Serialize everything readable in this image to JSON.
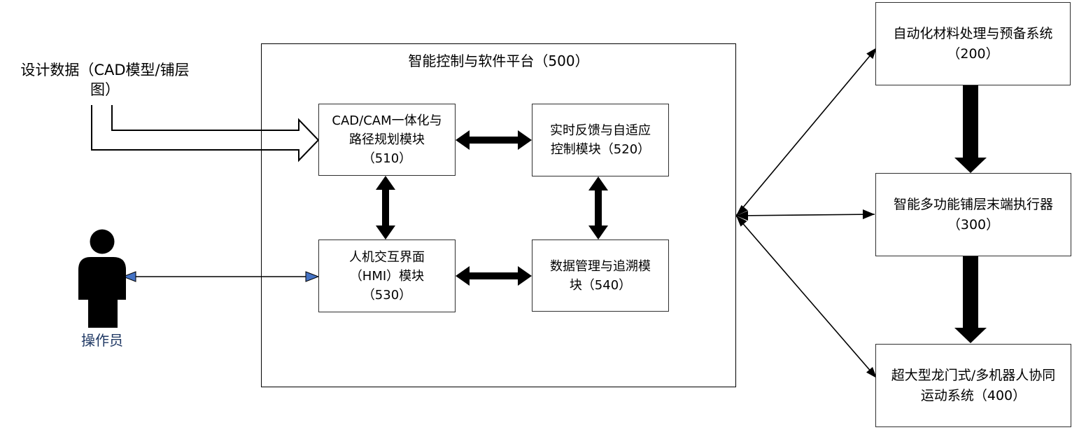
{
  "design_label": {
    "lines": [
      "设计数据（CAD模型/铺层",
      "图）"
    ]
  },
  "platform": {
    "title": "智能控制与软件平台（500）",
    "modules": [
      {
        "id": "510",
        "lines": [
          "CAD/CAM一体化与",
          "路径规划模块",
          "（510）"
        ]
      },
      {
        "id": "520",
        "lines": [
          "实时反馈与自适应",
          "控制模块（520）"
        ]
      },
      {
        "id": "530",
        "lines": [
          "人机交互界面",
          "（HMI）模块",
          "（530）"
        ]
      },
      {
        "id": "540",
        "lines": [
          "数据管理与追溯模",
          "块（540）"
        ]
      }
    ]
  },
  "operator": {
    "label": "操作员"
  },
  "systems": [
    {
      "id": "200",
      "lines": [
        "自动化材料处理与预备系统",
        "（200）"
      ]
    },
    {
      "id": "300",
      "lines": [
        "智能多功能铺层末端执行器",
        "（300）"
      ]
    },
    {
      "id": "400",
      "lines": [
        "超大型龙门式/多机器人协同",
        "运动系统（400）"
      ]
    }
  ],
  "colors": {
    "operator_arrow_fill": "#4472C4",
    "operator_label": "#1F3864",
    "diagram_line": "#000000"
  }
}
